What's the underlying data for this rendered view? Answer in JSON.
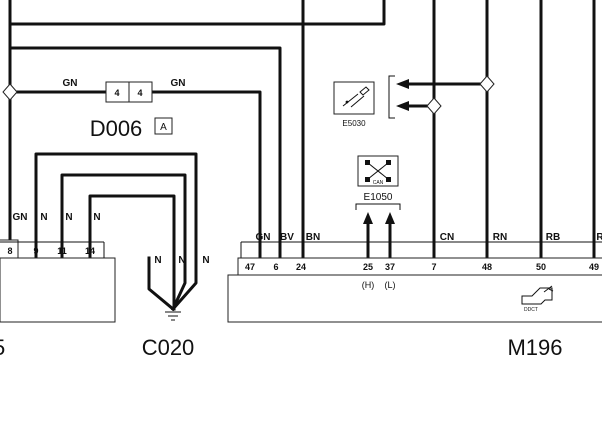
{
  "connectors": {
    "left_partial": {
      "label": "5",
      "pins": [
        "8",
        "9",
        "11",
        "14"
      ],
      "wires": [
        "GN",
        "N",
        "N",
        "N"
      ]
    },
    "d006": {
      "label": "D006",
      "badge": "A",
      "pins": [
        "4",
        "4"
      ],
      "wire_left": "GN",
      "wire_right": "GN"
    },
    "c020": {
      "label": "C020",
      "wires": [
        "N",
        "N",
        "N"
      ]
    },
    "m196": {
      "label": "M196",
      "pins": [
        "47",
        "6",
        "24",
        "25",
        "37",
        "7",
        "48",
        "50",
        "49"
      ],
      "wires": [
        "GN",
        "BV",
        "BN",
        "CN",
        "RN",
        "RB",
        "R"
      ],
      "can_h": "(H)",
      "can_l": "(L)",
      "icon_caption": "DDCT"
    },
    "e5030": {
      "label": "E5030"
    },
    "e1050": {
      "label": "E1050",
      "icon_caption": "CAN"
    }
  },
  "colors": {
    "line": "#111111",
    "background": "#ffffff"
  }
}
